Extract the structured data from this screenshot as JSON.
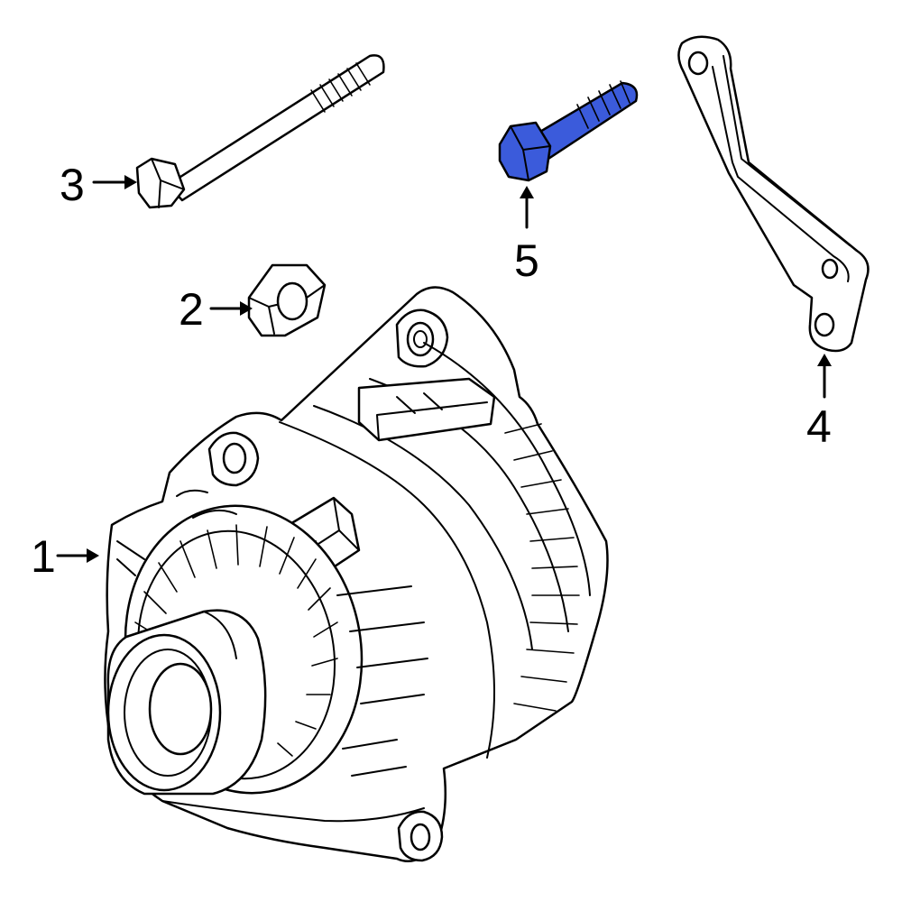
{
  "callouts": {
    "alternator": "1",
    "nut": "2",
    "long_bolt": "3",
    "bracket": "4",
    "bolt": "5"
  },
  "colors": {
    "highlight": "#3b5bdb",
    "line": "#000000",
    "background": "#ffffff"
  }
}
